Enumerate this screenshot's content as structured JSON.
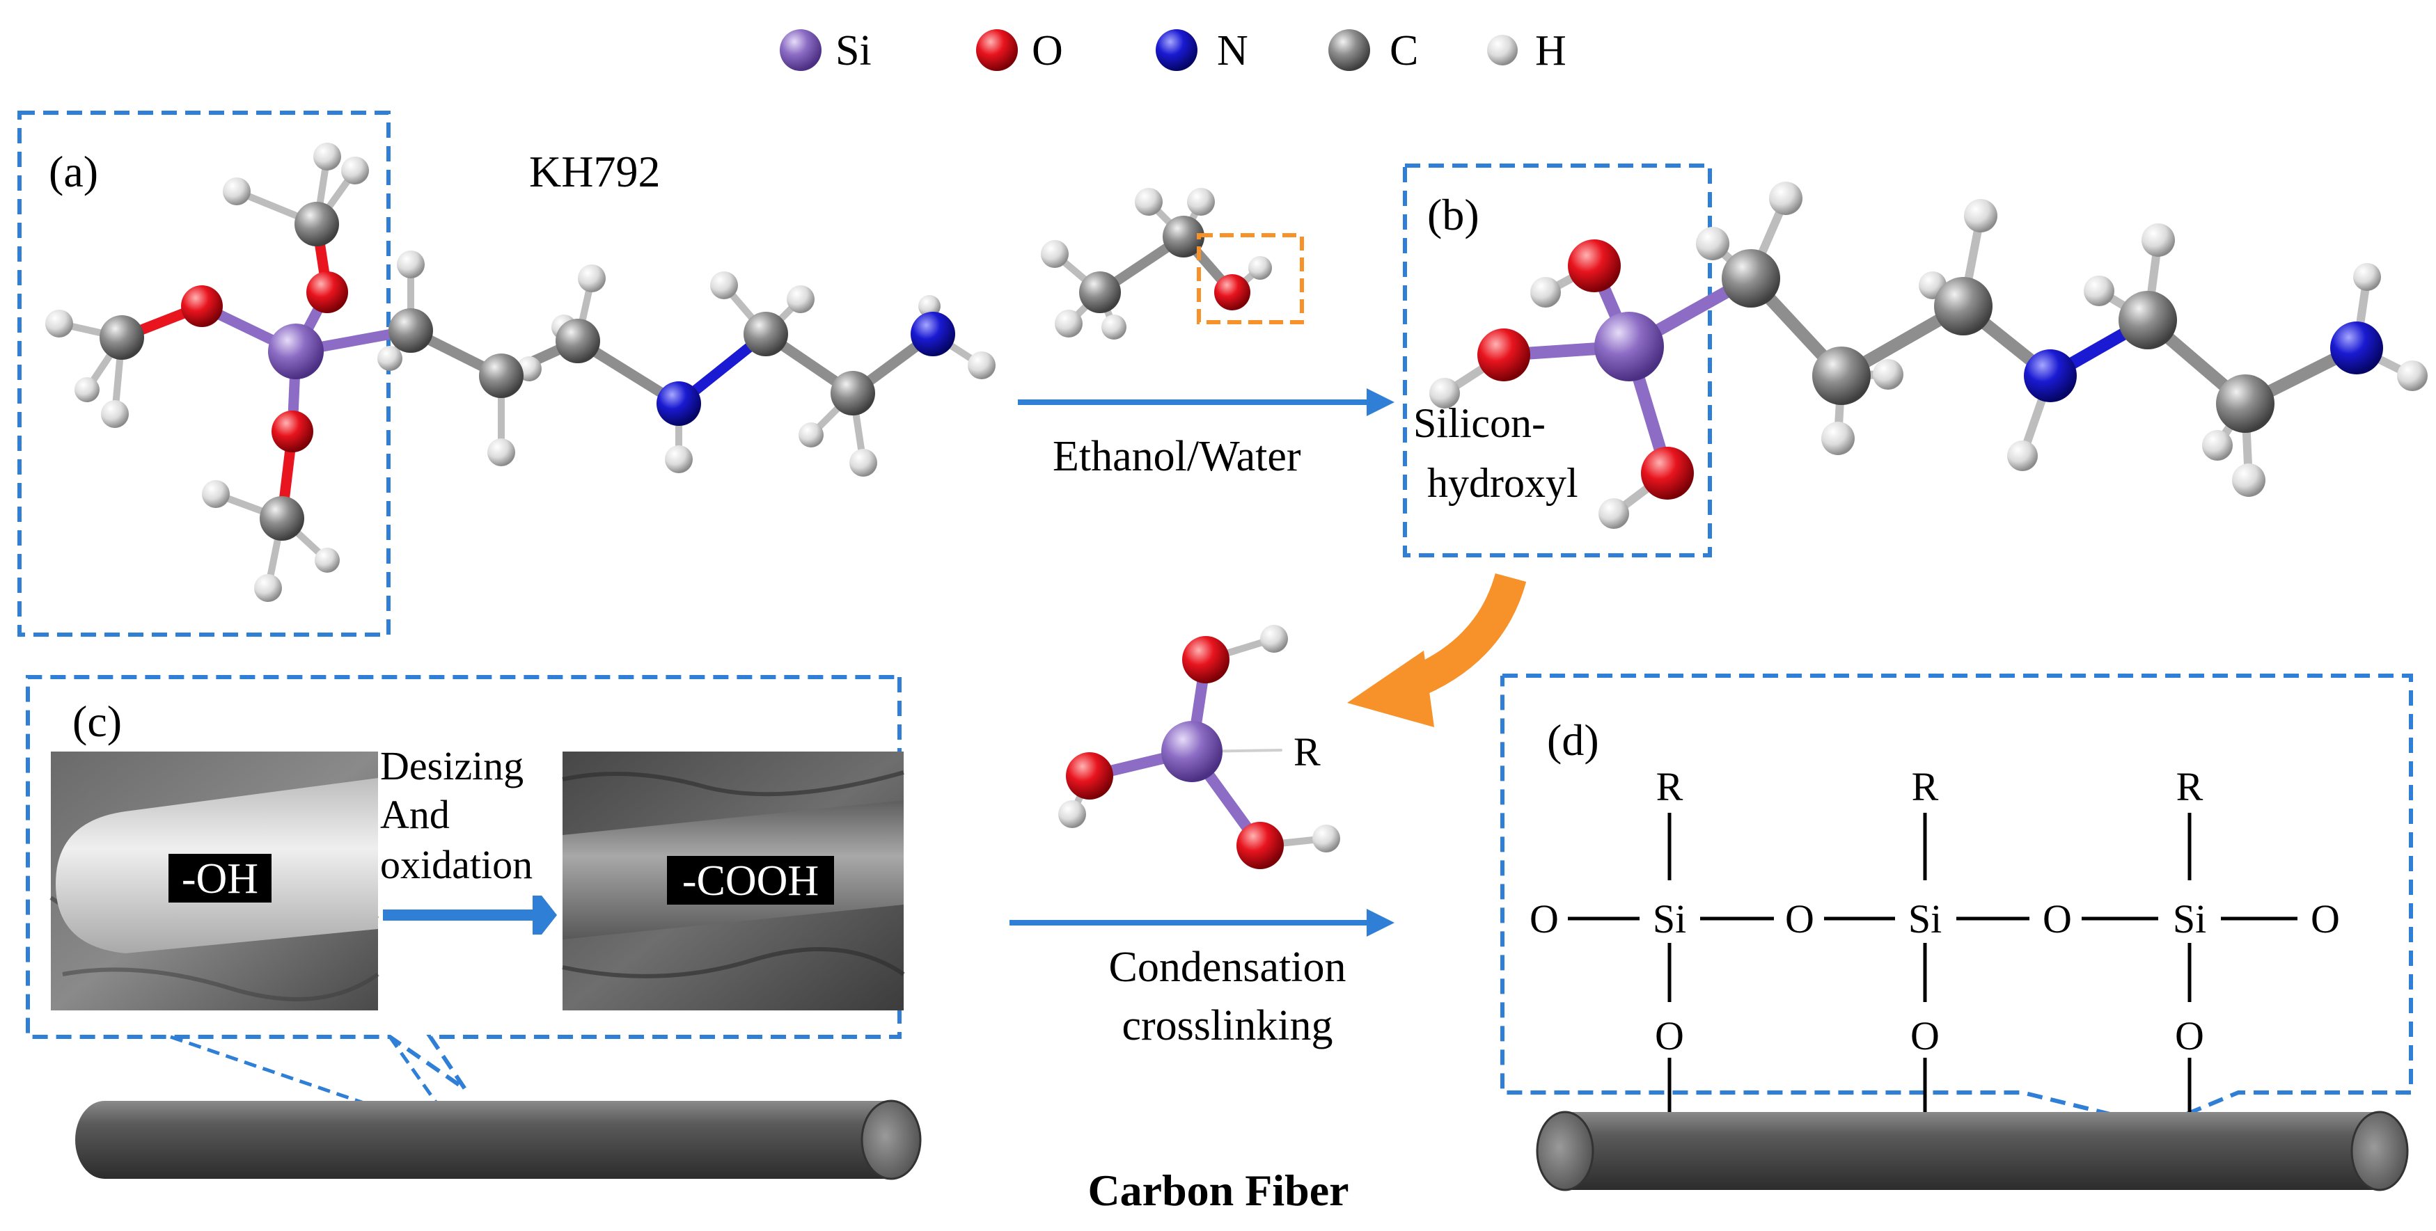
{
  "legend": [
    {
      "symbol": "Si",
      "color": "#8c6cc4"
    },
    {
      "symbol": "O",
      "color": "#e8141e"
    },
    {
      "symbol": "N",
      "color": "#1a1ad2"
    },
    {
      "symbol": "C",
      "color": "#8e8e8e"
    },
    {
      "symbol": "H",
      "color": "#dcdcdc"
    }
  ],
  "panel_a": {
    "label": "(a)",
    "molecule_name": "KH792"
  },
  "panel_b": {
    "label": "(b)",
    "group_label_line1": "Silicon-",
    "group_label_line2": "hydroxyl"
  },
  "panel_c": {
    "label": "(c)",
    "sem_left_tag": "-OH",
    "sem_right_tag": "-COOH",
    "process_line1": "Desizing",
    "process_line2": "And",
    "process_line3": "oxidation"
  },
  "panel_d": {
    "label": "(d)",
    "substituent": "R",
    "silicon": "Si",
    "oxygen": "O"
  },
  "arrows": {
    "step1_label": "Ethanol/Water",
    "step2_line1": "Condensation",
    "step2_line2": "crosslinking"
  },
  "silanol_substituent": "R",
  "substrate_label": "Carbon Fiber",
  "colors": {
    "frame_blue": "#2f7fd6",
    "arrow_blue": "#2f7fd6",
    "orange": "#f7912a",
    "fiber": "#505050"
  }
}
